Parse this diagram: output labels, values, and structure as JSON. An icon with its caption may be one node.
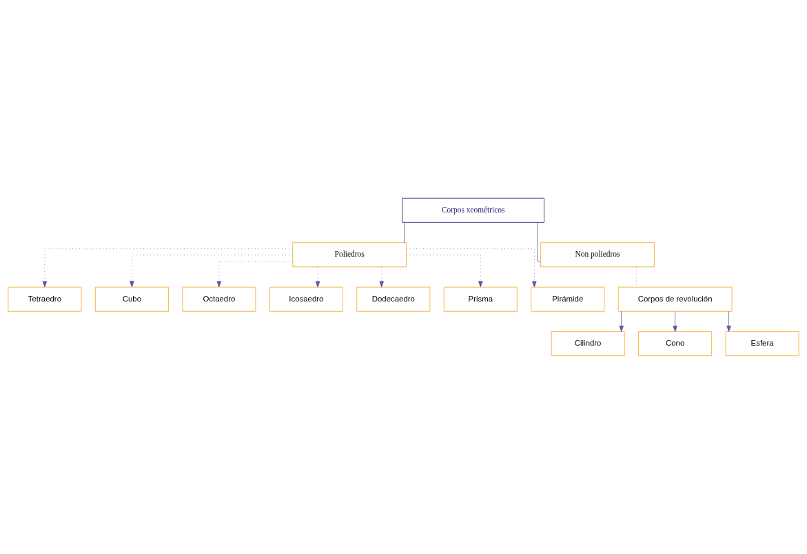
{
  "diagram": {
    "nodes": [
      {
        "text": [
          "Corpos xeométricos"
        ]
      },
      {
        "text": [
          "Poliedros"
        ]
      },
      {
        "text": [
          "Non poliedros"
        ]
      },
      {
        "text": [
          "Tetraedro"
        ]
      },
      {
        "text": [
          "Cubo"
        ]
      },
      {
        "text": [
          "Octaedro"
        ]
      },
      {
        "text": [
          "Icosaedro"
        ]
      },
      {
        "text": [
          "Dodecaedro"
        ]
      },
      {
        "text": [
          "Prisma"
        ]
      },
      {
        "text": [
          "Pirámide"
        ]
      },
      {
        "text": [
          "Corpos de revolución"
        ]
      },
      {
        "text": [
          "Cilindro"
        ]
      },
      {
        "text": [
          "Cono"
        ]
      },
      {
        "text": [
          "Esfera"
        ]
      }
    ],
    "edges": [
      {
        "from": 0,
        "to": 1,
        "arrow": "none"
      },
      {
        "from": 0,
        "to": 2,
        "arrow": "none"
      },
      {
        "from": 1,
        "to": 3,
        "arrow": "to",
        "style": "dashed"
      },
      {
        "from": 1,
        "to": 4,
        "arrow": "to",
        "style": "dashed"
      },
      {
        "from": 1,
        "to": 5,
        "arrow": "to",
        "style": "dashed"
      },
      {
        "from": 1,
        "to": 6,
        "arrow": "to",
        "style": "dashed"
      },
      {
        "from": 1,
        "to": 7,
        "arrow": "to",
        "style": "dashed"
      },
      {
        "from": 1,
        "to": 8,
        "arrow": "to",
        "style": "dashed"
      },
      {
        "from": 1,
        "to": 9,
        "arrow": "to",
        "style": "dashed"
      },
      {
        "from": 2,
        "to": 10,
        "arrow": "none",
        "style": "dashed"
      },
      {
        "from": 10,
        "to": 11,
        "arrow": "to"
      },
      {
        "from": 10,
        "to": 12,
        "arrow": "to"
      },
      {
        "from": 10,
        "to": 13,
        "arrow": "to"
      }
    ]
  }
}
